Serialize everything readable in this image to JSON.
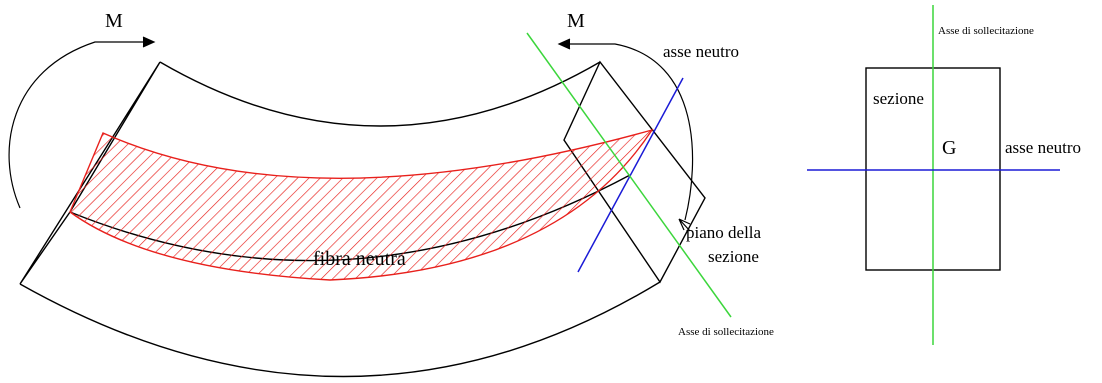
{
  "beam": {
    "moment_left": "M",
    "moment_right": "M",
    "neutral_axis": "asse neutro",
    "neutral_fiber": "fibra neutra",
    "section_plane_line1": "piano della",
    "section_plane_line2": "sezione",
    "stress_axis": "Asse di sollecitazione"
  },
  "section": {
    "stress_axis": "Asse di sollecitazione",
    "section_label": "sezione",
    "centroid": "G",
    "neutral_axis": "asse neutro"
  },
  "colors": {
    "outline": "#000000",
    "neutral_layer": "#e8201c",
    "neutral_axis": "#1a1ad6",
    "stress_axis": "#3cd63c"
  }
}
